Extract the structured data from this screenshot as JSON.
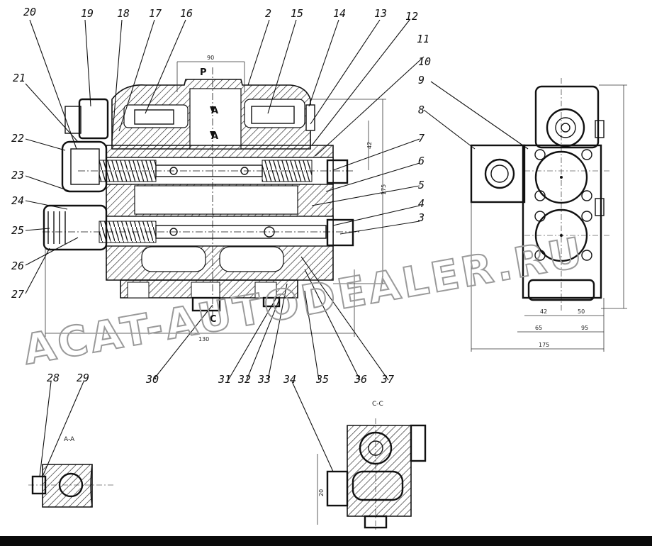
{
  "callouts": [
    "20",
    "19",
    "18",
    "17",
    "16",
    "2",
    "15",
    "14",
    "13",
    "12",
    "11",
    "10",
    "9",
    "8",
    "7",
    "6",
    "5",
    "4",
    "3",
    "21",
    "22",
    "23",
    "24",
    "25",
    "26",
    "27",
    "30",
    "31",
    "32",
    "33",
    "35",
    "36",
    "37",
    "28",
    "29",
    "34"
  ],
  "section_labels": {
    "port_p": "P",
    "section_a_top": "A",
    "section_a_bottom": "A",
    "port_c": "C",
    "view_aa": "A-A",
    "view_cc": "C-C"
  },
  "dimensions": [
    "90",
    "130",
    "42",
    "175",
    "42",
    "50",
    "65",
    "95",
    "175",
    "20"
  ],
  "watermark": "ACAT-AUTODEALER.RU"
}
